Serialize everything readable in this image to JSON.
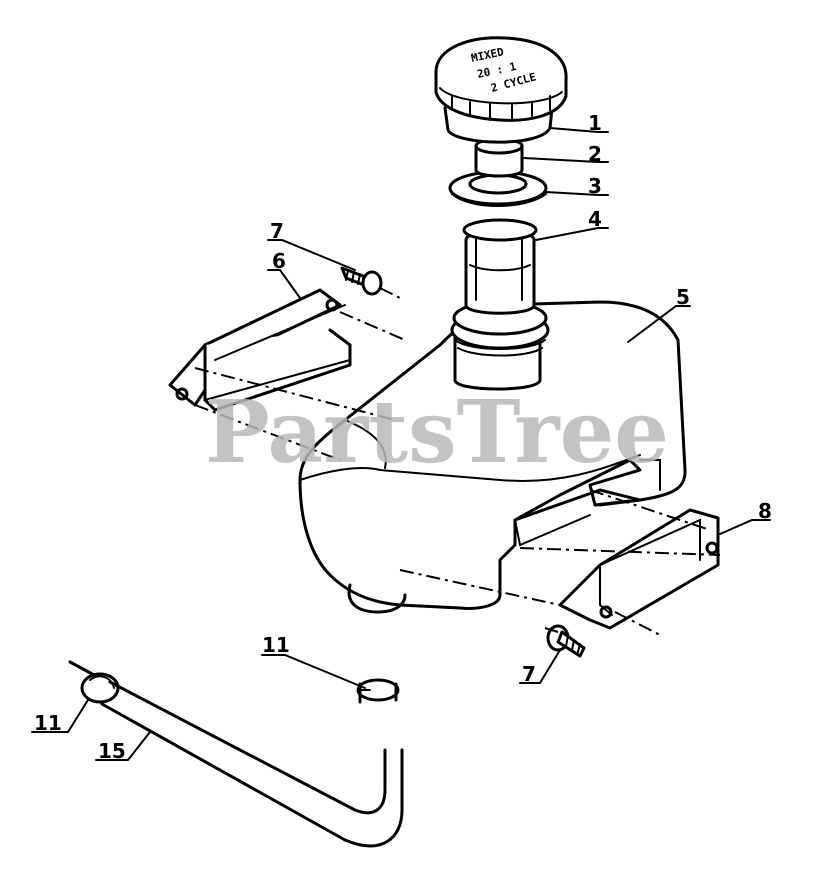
{
  "watermark": "PartsTree",
  "cap_text": {
    "line1": "MIXED",
    "line2": "20 : 1",
    "line3": "2 CYCLE"
  },
  "callouts": [
    {
      "id": "cap",
      "label": "1"
    },
    {
      "id": "gasket",
      "label": "2"
    },
    {
      "id": "washer",
      "label": "3"
    },
    {
      "id": "filler-neck",
      "label": "4"
    },
    {
      "id": "fuel-tank",
      "label": "5"
    },
    {
      "id": "left-bracket",
      "label": "6"
    },
    {
      "id": "screw-top",
      "label": "7"
    },
    {
      "id": "right-bracket",
      "label": "8"
    },
    {
      "id": "screw-bottom",
      "label": "7"
    },
    {
      "id": "clamp-middle",
      "label": "11"
    },
    {
      "id": "clamp-left",
      "label": "11"
    },
    {
      "id": "fuel-line",
      "label": "15"
    }
  ]
}
